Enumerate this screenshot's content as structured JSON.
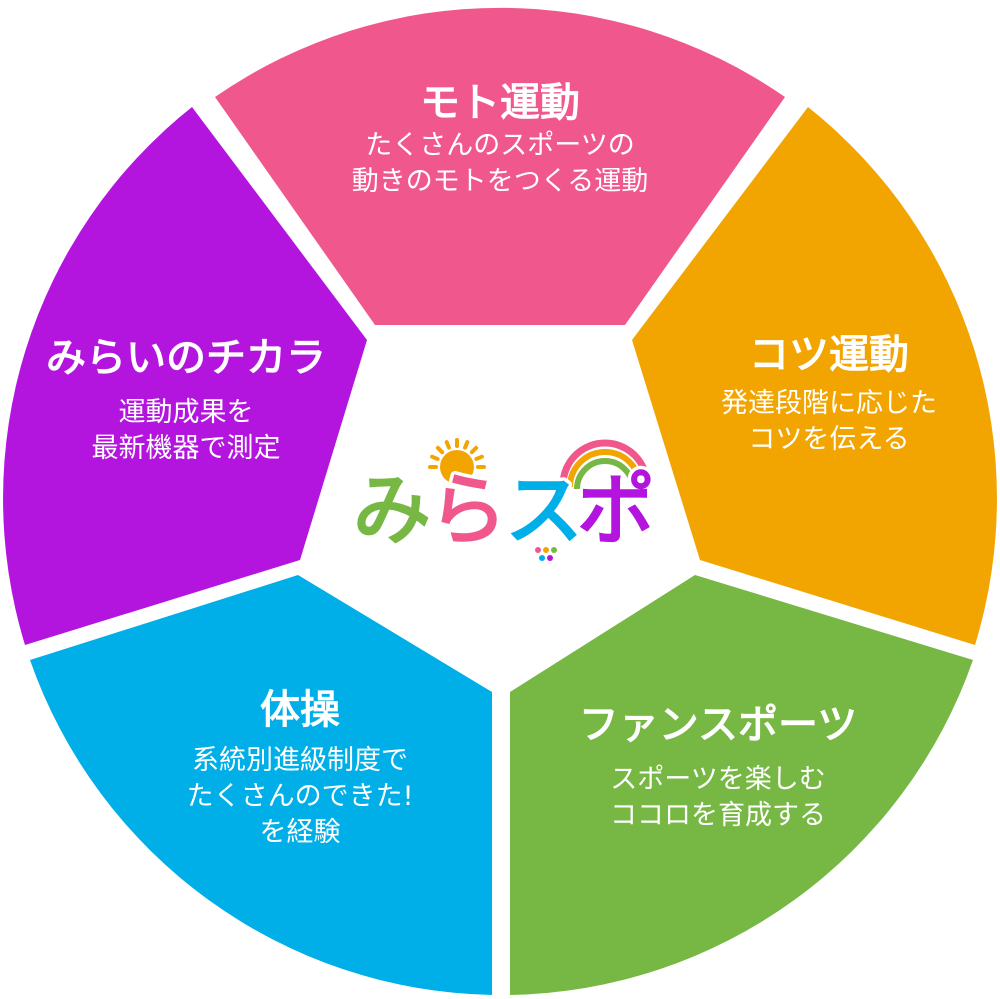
{
  "segments": [
    {
      "key": "moto",
      "title": "モト運動",
      "lines": [
        "たくさんのスポーツの",
        "動きのモトをつくる運動"
      ],
      "color": "#f0588d"
    },
    {
      "key": "kotsu",
      "title": "コツ運動",
      "lines": [
        "発達段階に応じた",
        "コツを伝える"
      ],
      "color": "#f2a500"
    },
    {
      "key": "fan",
      "title": "ファンスポーツ",
      "lines": [
        "スポーツを楽しむ",
        "ココロを育成する"
      ],
      "color": "#76b843"
    },
    {
      "key": "taiso",
      "title": "体操",
      "lines": [
        "系統別進級制度で",
        "たくさんのできた!",
        "を経験"
      ],
      "color": "#00aee8"
    },
    {
      "key": "mirai",
      "title": "みらいのチカラ",
      "lines": [
        "運動成果を",
        "最新機器で測定"
      ],
      "color": "#b315de"
    }
  ],
  "logo": {
    "text": "みらスポ",
    "colors": {
      "mi": "#76b843",
      "ra": "#f0588d",
      "su": "#00aee8",
      "po": "#b315de",
      "sun": "#f2a500",
      "outline": "#ffffff"
    }
  }
}
